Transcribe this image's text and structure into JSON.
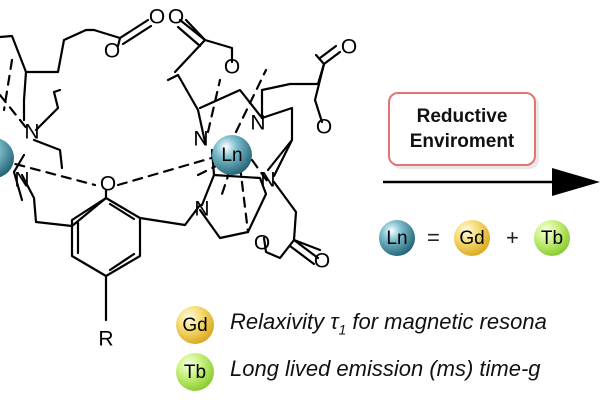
{
  "colors": {
    "ln": "#3d8fa3",
    "gd": "#f2cc4a",
    "tb": "#b7ea5a",
    "box_border": "#e57373"
  },
  "structure": {
    "metal_label": "Ln",
    "nitrogen": "N",
    "oxygen": "O",
    "substituent": "R"
  },
  "reaction": {
    "condition_line1": "Reductive",
    "condition_line2": "Enviroment",
    "equation": {
      "ln": "Ln",
      "equals": "=",
      "gd": "Gd",
      "plus": "+",
      "tb": "Tb"
    }
  },
  "legend": [
    {
      "badge": "Gd",
      "text": "Relaxivity τ",
      "sub": "1",
      "tail": " for magnetic resona"
    },
    {
      "badge": "Tb",
      "text": "Long lived emission (ms) time-g"
    }
  ]
}
